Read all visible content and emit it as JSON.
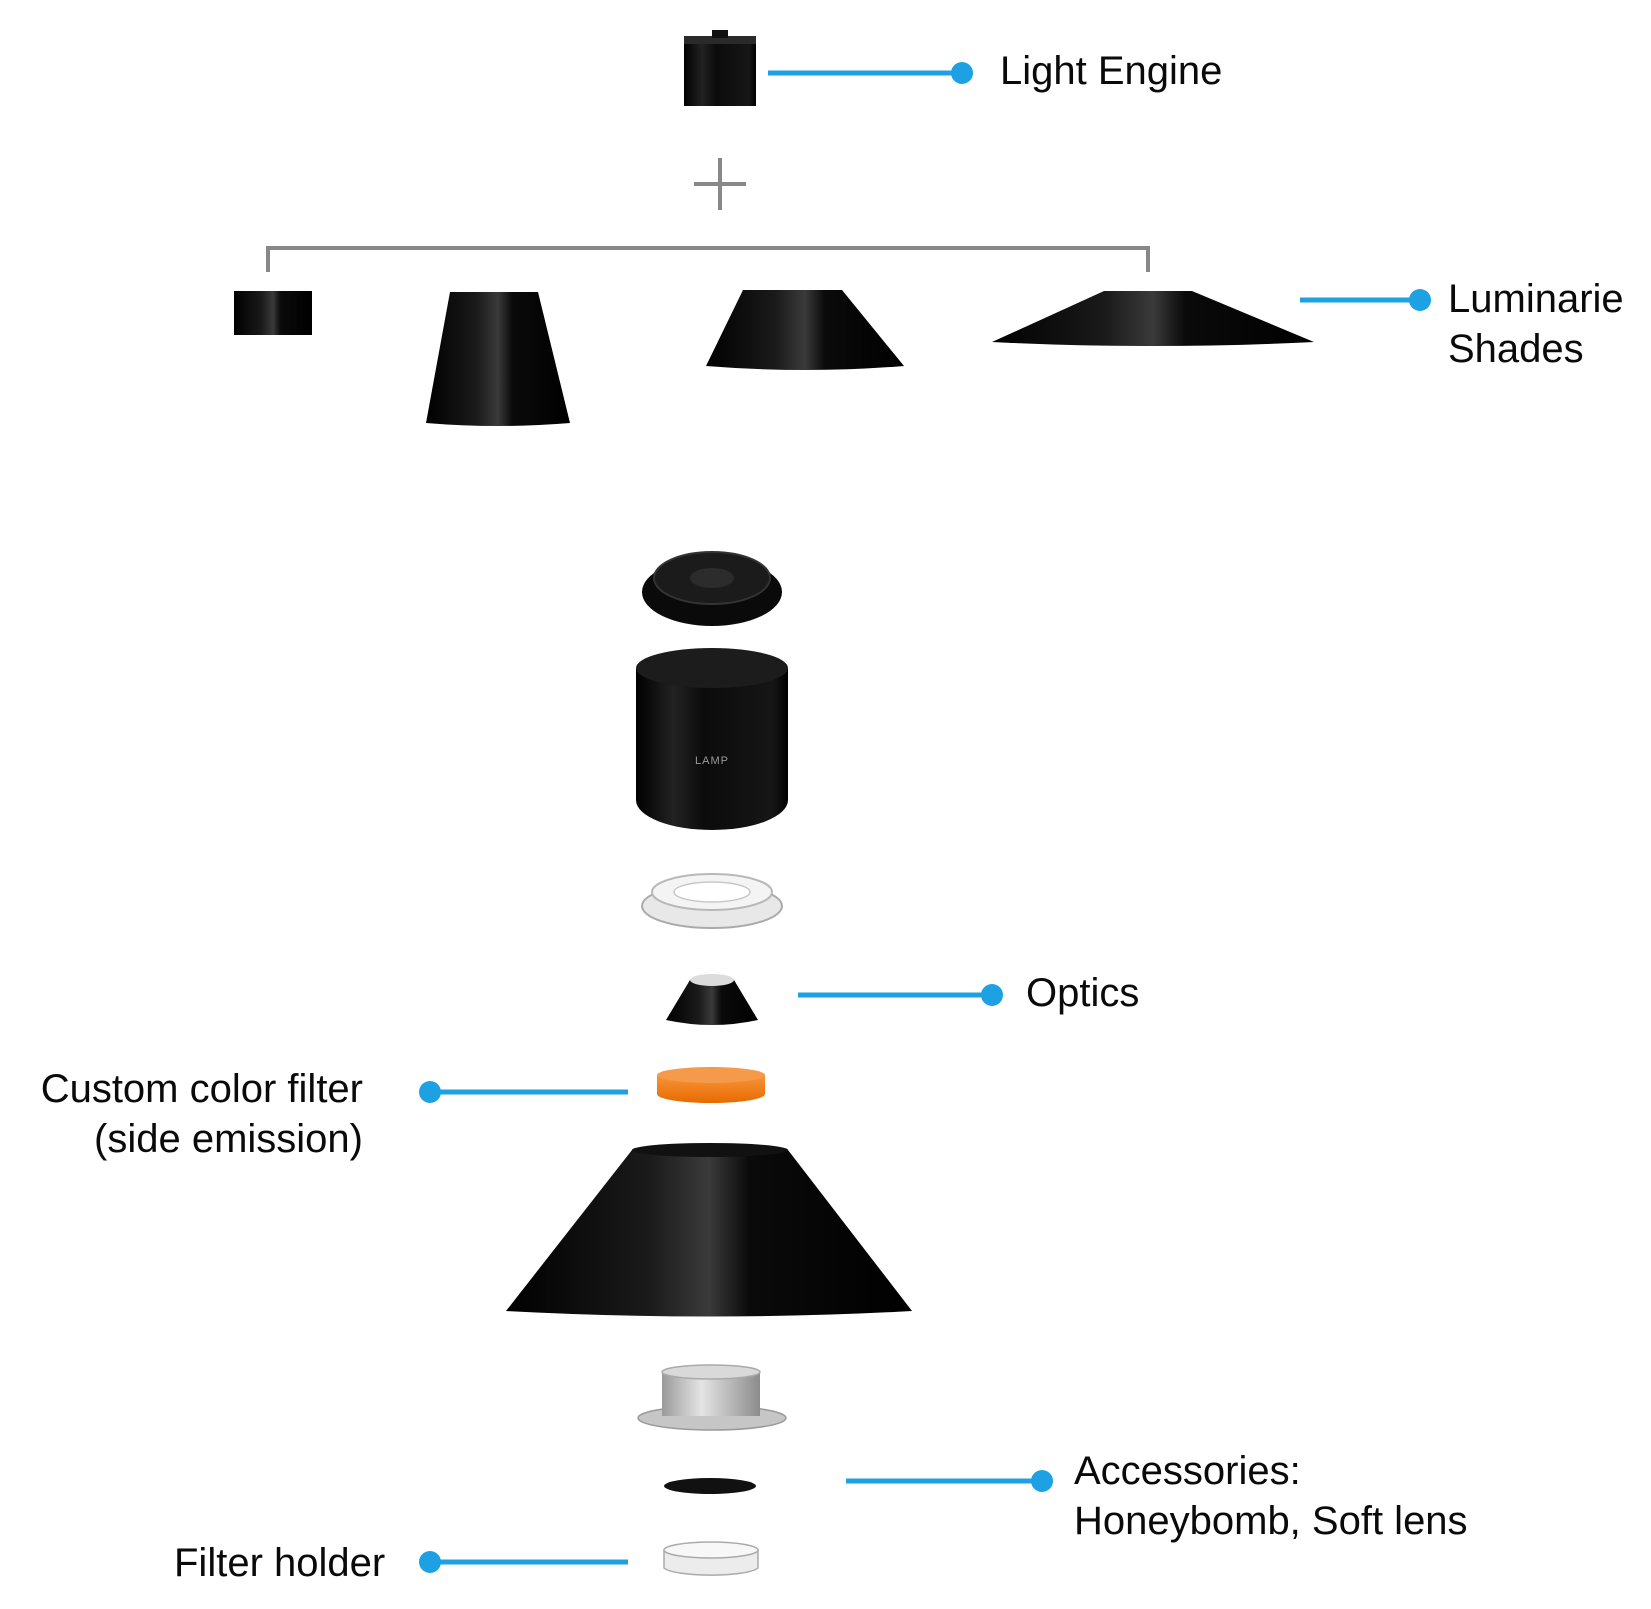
{
  "labels": {
    "light_engine": "Light Engine",
    "luminaire_shades": [
      "Luminarie",
      "Shades"
    ],
    "optics": "Optics",
    "color_filter": [
      "Custom color filter",
      "(side emission)"
    ],
    "accessories": [
      "Accessories:",
      "Honeybomb, Soft lens"
    ],
    "filter_holder": "Filter holder"
  },
  "product_mark": "LAMP",
  "colors": {
    "callout": "#1da1e2",
    "bracket": "#888888",
    "shade": "#050505",
    "filter": "#f07a12"
  }
}
